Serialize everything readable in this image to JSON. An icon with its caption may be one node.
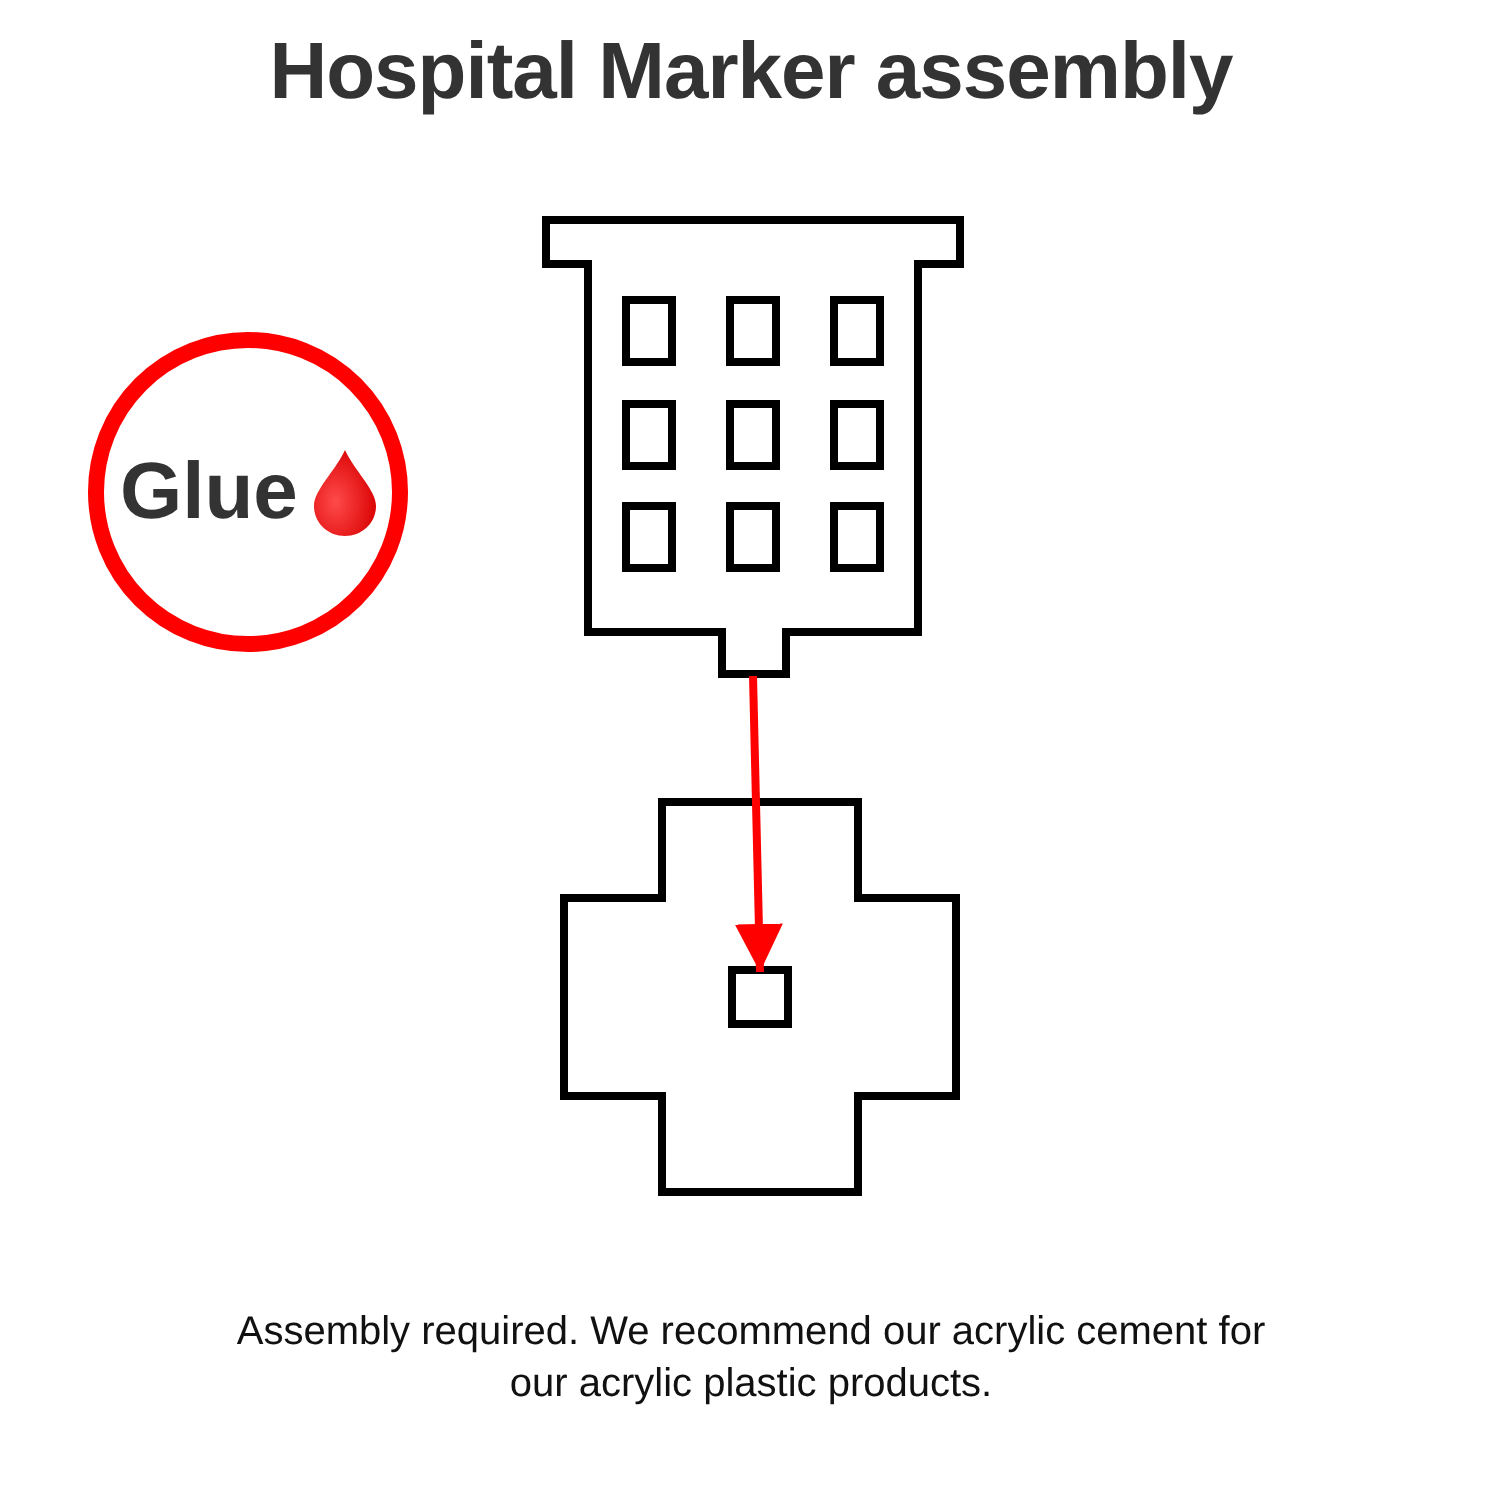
{
  "diagram": {
    "title": "Hospital Marker assembly",
    "caption": "Assembly required. We recommend our acrylic cement for our acrylic plastic products.",
    "nodes": [
      {
        "text": [
          "Glue"
        ]
      },
      {
        "text": [],
        "shape": "picture"
      },
      {
        "text": [],
        "shape": "picture"
      },
      {
        "text": [],
        "shape": "box",
        "in": 2
      }
    ],
    "edges": [
      {
        "from": 1,
        "to": 3,
        "arrow": "to",
        "color": "#ff0000"
      }
    ]
  }
}
